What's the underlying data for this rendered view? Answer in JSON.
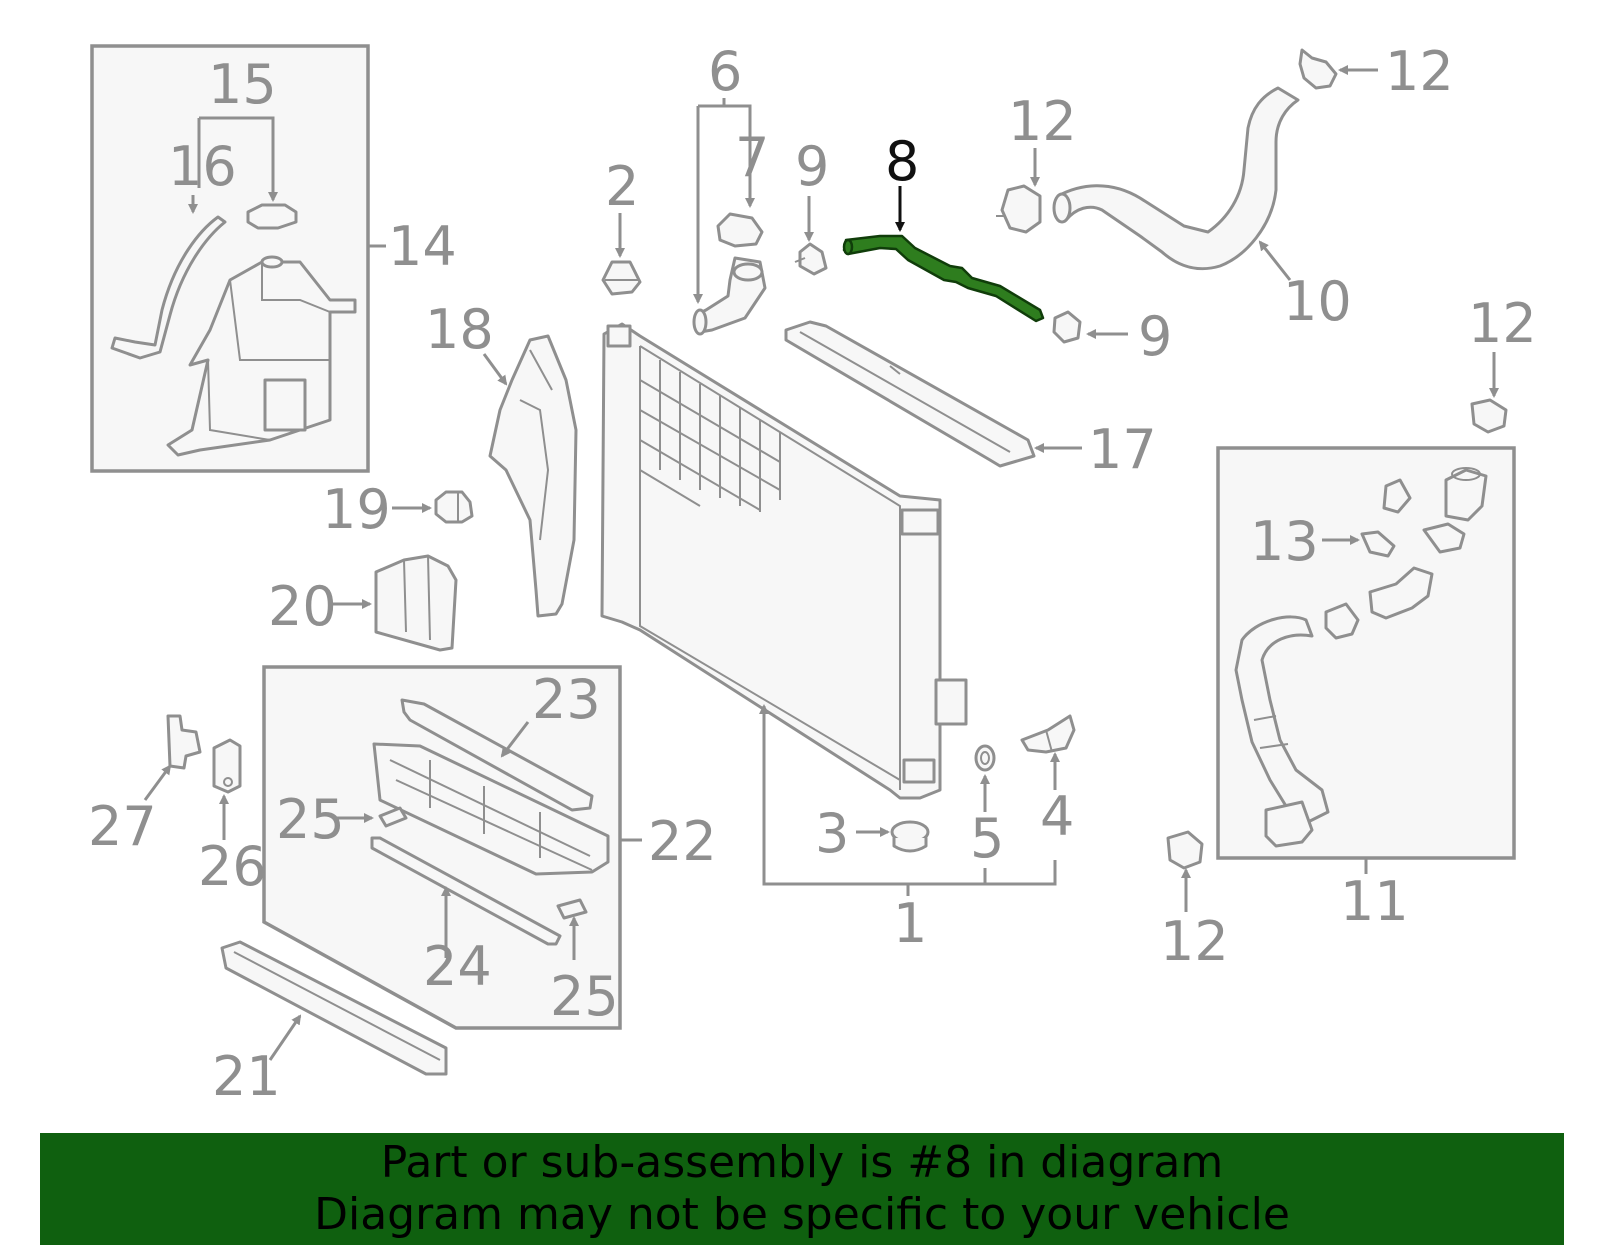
{
  "highlight_part": "8",
  "callouts": {
    "c1": "1",
    "c2": "2",
    "c3": "3",
    "c4": "4",
    "c5": "5",
    "c6": "6",
    "c7": "7",
    "c8": "8",
    "c9a": "9",
    "c9b": "9",
    "c10": "10",
    "c11": "11",
    "c12a": "12",
    "c12b": "12",
    "c12c": "12",
    "c12d": "12",
    "c13": "13",
    "c14": "14",
    "c15": "15",
    "c16": "16",
    "c17": "17",
    "c18": "18",
    "c19": "19",
    "c20": "20",
    "c21": "21",
    "c22": "22",
    "c23": "23",
    "c24": "24",
    "c25a": "25",
    "c25b": "25",
    "c26": "26",
    "c27": "27"
  },
  "banner": {
    "line1": "Part or sub-assembly is #8 in diagram",
    "line2": "Diagram may not be specific to your vehicle"
  },
  "colors": {
    "banner_bg": "#0f600f",
    "highlight": "#2e7d1e",
    "line_gray": "#8f8f8f"
  }
}
